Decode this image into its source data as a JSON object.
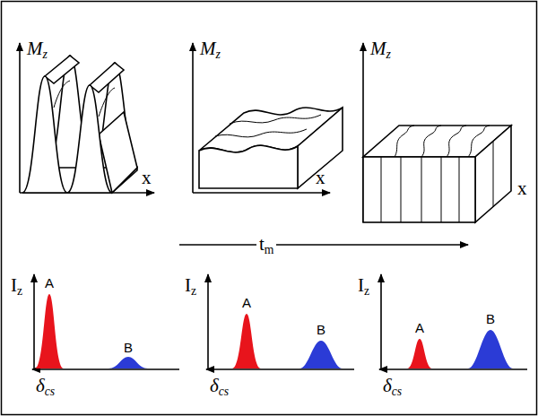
{
  "diagram": {
    "labels": [
      "Mz",
      "Mz",
      "Mz",
      "x",
      "x",
      "x",
      "tm",
      "Iz",
      "Iz",
      "Iz",
      "A",
      "B",
      "A",
      "B",
      "A",
      "B",
      "δcs",
      "δcs",
      "δcs"
    ]
  }
}
